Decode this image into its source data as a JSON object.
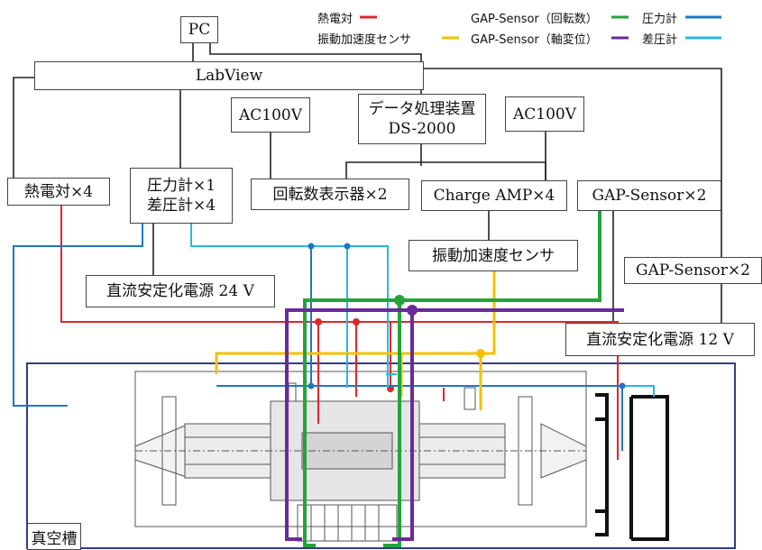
{
  "legend": {
    "thermocouple": {
      "label": "熱電対",
      "color": "#e0262b"
    },
    "vibration": {
      "label": "振動加速度センサ",
      "color": "#f5c000"
    },
    "gap_rotation": {
      "label": "GAP-Sensor（回転数）",
      "color": "#23a43a"
    },
    "gap_axial": {
      "label": "GAP-Sensor（軸変位）",
      "color": "#6a2a9a"
    },
    "pressure": {
      "label": "圧力計",
      "color": "#1f77c4"
    },
    "diff_pressure": {
      "label": "差圧計",
      "color": "#29b6e3"
    }
  },
  "boxes": {
    "pc": "PC",
    "labview": "LabView",
    "ac100v_1": "AC100V",
    "data_processor": [
      "データ処理装置",
      "DS-2000"
    ],
    "ac100v_2": "AC100V",
    "thermocouple_x4": "熱電対×4",
    "pressure_gauges": [
      "圧力計×1",
      "差圧計×4"
    ],
    "rpm_display": "回転数表示器×2",
    "charge_amp": "Charge AMP×4",
    "gap_sensor_1": "GAP-Sensor×2",
    "vibration_sensor": "振動加速度センサ",
    "gap_sensor_2": "GAP-Sensor×2",
    "dc_power_24": "直流安定化電源 24 V",
    "dc_power_12": "直流安定化電源 12 V",
    "vacuum_chamber": "真空槽"
  }
}
